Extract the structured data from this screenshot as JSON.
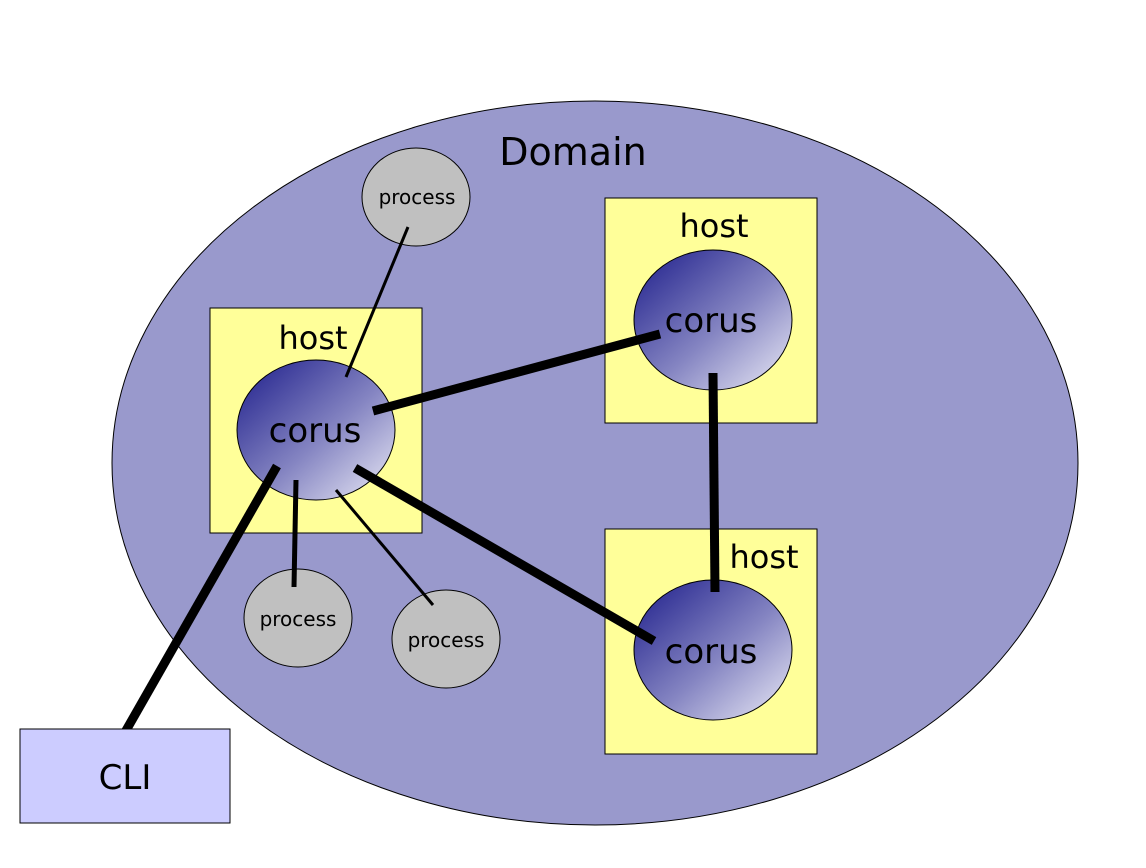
{
  "domain": {
    "label": "Domain",
    "fill": "#9999cc"
  },
  "hosts": [
    {
      "label": "host"
    },
    {
      "label": "host"
    },
    {
      "label": "host"
    }
  ],
  "corus_nodes": [
    {
      "label": "corus"
    },
    {
      "label": "corus"
    },
    {
      "label": "corus"
    }
  ],
  "processes": [
    {
      "label": "process"
    },
    {
      "label": "process"
    },
    {
      "label": "process"
    }
  ],
  "cli": {
    "label": "CLI",
    "fill": "#ccccff"
  },
  "colors": {
    "host_fill": "#ffff99",
    "process_fill": "#c0c0c0",
    "corus_dark": "#1f1f8f",
    "corus_light": "#e6e6f5",
    "connector": "#000000"
  }
}
